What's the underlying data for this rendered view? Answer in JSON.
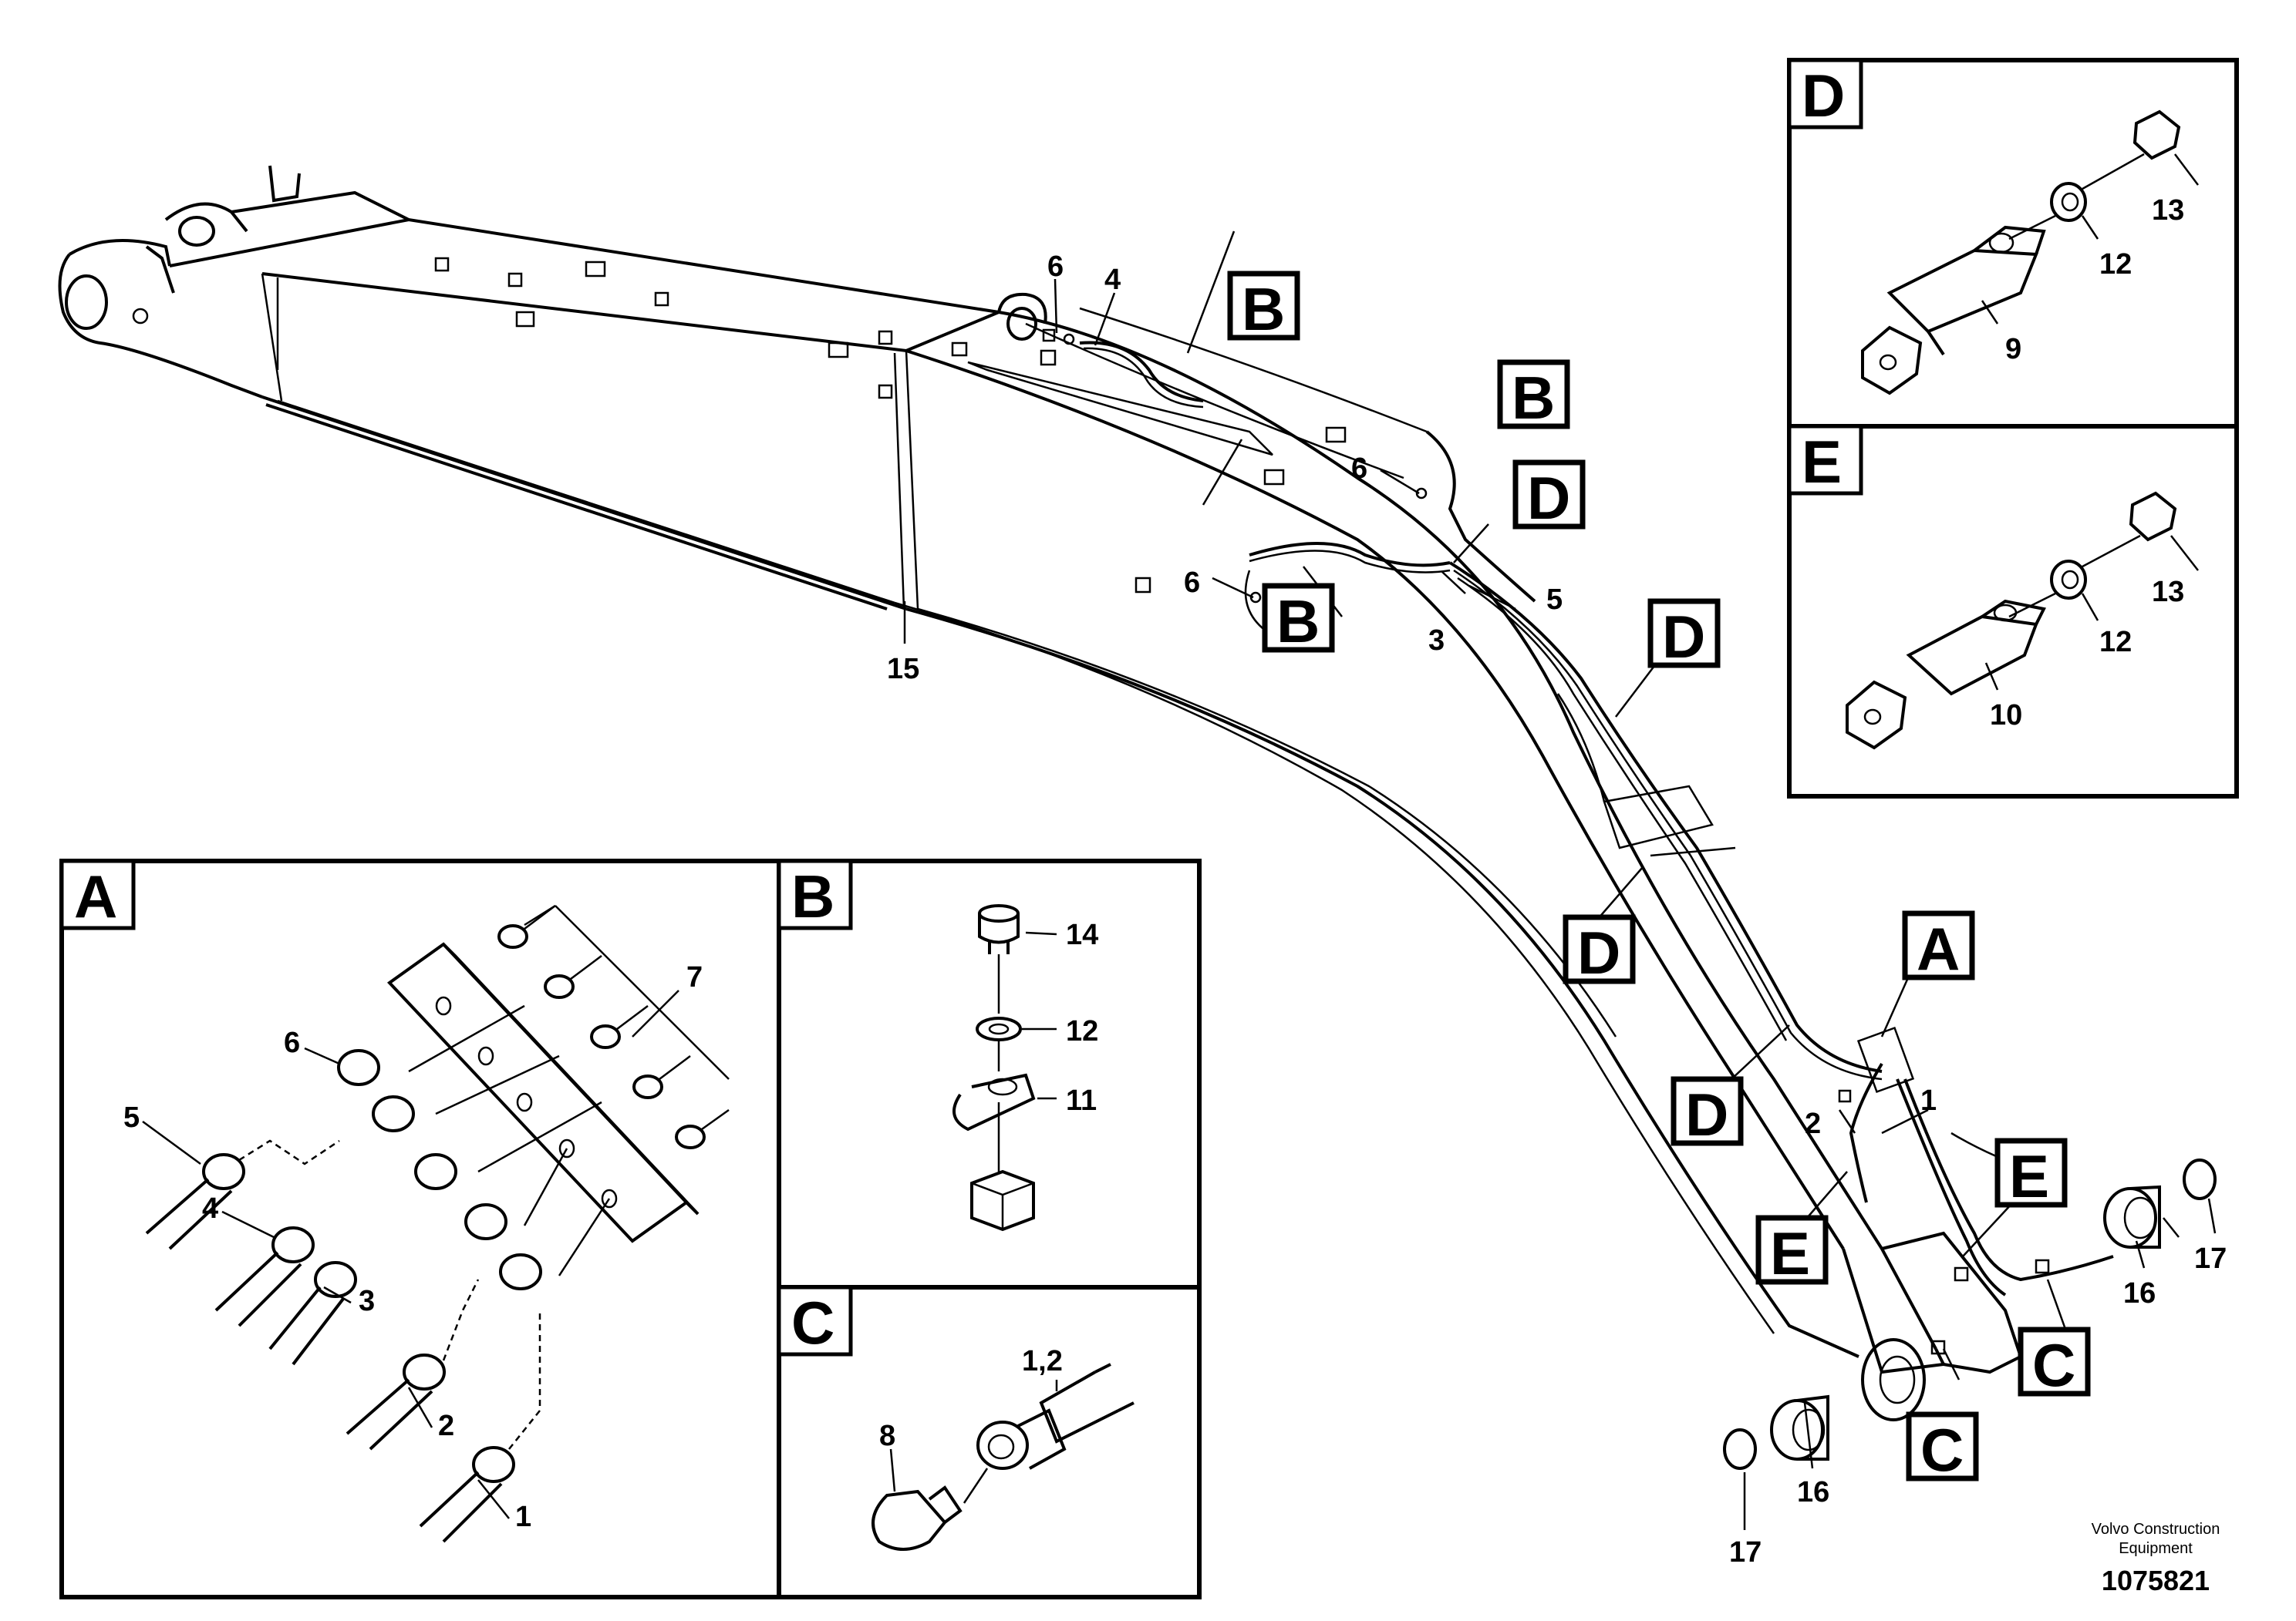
{
  "callouts": {
    "B1": "B",
    "B2": "B",
    "B3": "B",
    "D1": "D",
    "D2": "D",
    "D3": "D",
    "D4": "D",
    "A1": "A",
    "E1": "E",
    "E2": "E",
    "C1": "C",
    "C2": "C"
  },
  "main_labels": {
    "n6a": "6",
    "n4": "4",
    "n6b": "6",
    "n6c": "6",
    "n5": "5",
    "n3": "3",
    "n15": "15",
    "n2": "2",
    "n1": "1",
    "n16a": "16",
    "n17a": "17",
    "n16b": "16",
    "n17b": "17"
  },
  "panel_A": {
    "title": "A",
    "labels": {
      "n7": "7",
      "n6": "6",
      "n5": "5",
      "n4": "4",
      "n3": "3",
      "n2": "2",
      "n1": "1"
    }
  },
  "panel_B": {
    "title": "B",
    "labels": {
      "n14": "14",
      "n12": "12",
      "n11": "11"
    }
  },
  "panel_C": {
    "title": "C",
    "labels": {
      "n12": "1,2",
      "n8": "8"
    }
  },
  "panel_D": {
    "title": "D",
    "labels": {
      "n13": "13",
      "n12": "12",
      "n9": "9"
    }
  },
  "panel_E": {
    "title": "E",
    "labels": {
      "n13": "13",
      "n12": "12",
      "n10": "10"
    }
  },
  "footer": {
    "company_line1": "Volvo Construction",
    "company_line2": "Equipment",
    "drawing_number": "1075821"
  }
}
